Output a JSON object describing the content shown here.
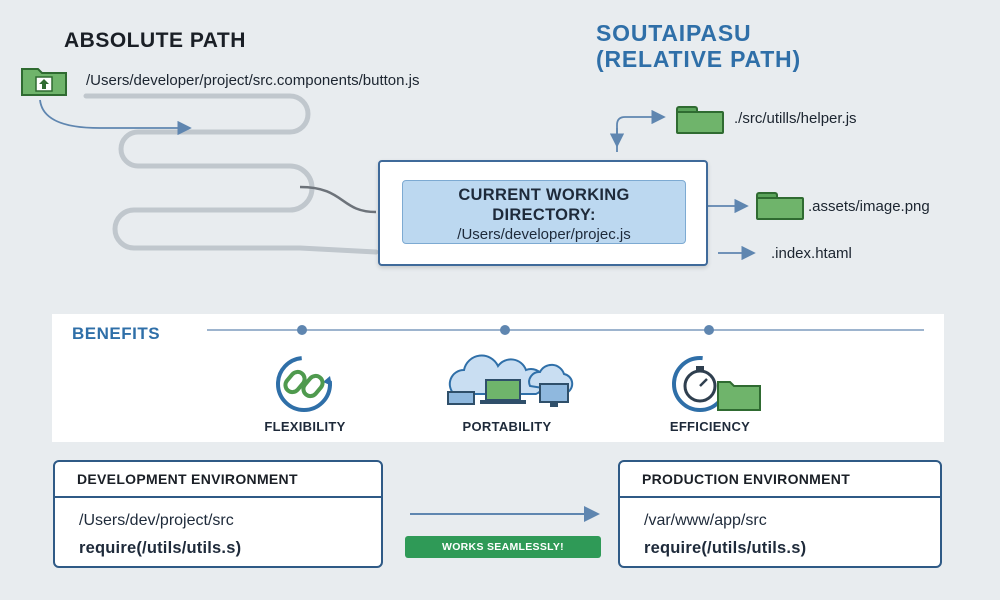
{
  "absolute": {
    "title": "ABSOLUTE PATH",
    "path": "/Users/developer/project/src.components/button.js"
  },
  "relative": {
    "title_line1": "SOUTAIPASU",
    "title_line2": "(RELATIVE PATH)",
    "files": [
      {
        "label": "./src/utills/helper.js",
        "icon": "folder-icon"
      },
      {
        "label": ".assets/image.png",
        "icon": "folder-icon"
      },
      {
        "label": ".index.htaml",
        "icon": "arrow-icon"
      }
    ]
  },
  "cwd": {
    "label_line1": "CURRENT WORKING",
    "label_line2": "DIRECTORY:",
    "path": "/Users/developer/projec.js"
  },
  "benefits": {
    "title": "BENEFITS",
    "items": [
      {
        "label": "FLEXIBILITY",
        "icon": "link-cycle-icon"
      },
      {
        "label": "PORTABILITY",
        "icon": "cloud-devices-icon"
      },
      {
        "label": "EFFICIENCY",
        "icon": "stopwatch-folder-icon"
      }
    ]
  },
  "environments": {
    "development": {
      "title": "DEVELOPMENT ENVIRONMENT",
      "path": "/Users/dev/project/src",
      "code": "require(/utils/utils.s)"
    },
    "production": {
      "title": "PRODUCTION ENVIRONMENT",
      "path": "/var/www/app/src",
      "code": "require(/utils/utils.s)"
    },
    "badge": "WORKS SEAMLESSLY!"
  },
  "colors": {
    "accent_blue": "#2f6fa8",
    "frame_navy": "#2f5a86",
    "folder_green": "#6fb46b",
    "badge_green": "#2f9a57",
    "cwd_fill": "#bcd8f0"
  }
}
